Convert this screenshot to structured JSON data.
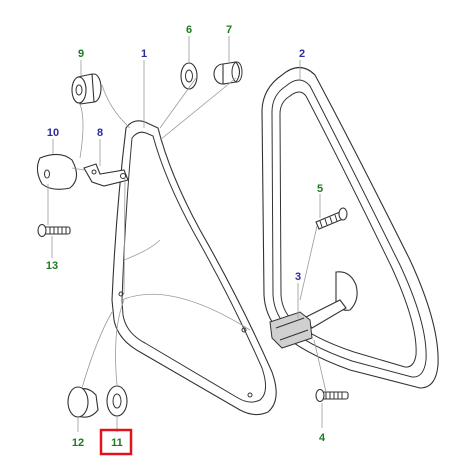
{
  "colors": {
    "glass_callout": "#2b2ba0",
    "fixing_callout": "#1f7a1f",
    "highlight_box": "#e0141c",
    "line": "#333333"
  },
  "callouts": [
    {
      "id": "1",
      "label": "1",
      "color": "#2b2ba0"
    },
    {
      "id": "2",
      "label": "2",
      "color": "#2b2ba0"
    },
    {
      "id": "3",
      "label": "3",
      "color": "#2b2ba0"
    },
    {
      "id": "4",
      "label": "4",
      "color": "#1f7a1f"
    },
    {
      "id": "5",
      "label": "5",
      "color": "#1f7a1f"
    },
    {
      "id": "6",
      "label": "6",
      "color": "#1f7a1f"
    },
    {
      "id": "7",
      "label": "7",
      "color": "#1f7a1f"
    },
    {
      "id": "8",
      "label": "8",
      "color": "#2b2ba0"
    },
    {
      "id": "9",
      "label": "9",
      "color": "#1f7a1f"
    },
    {
      "id": "10",
      "label": "10",
      "color": "#2b2ba0"
    },
    {
      "id": "11",
      "label": "11",
      "color": "#1f7a1f",
      "highlighted": true
    },
    {
      "id": "12",
      "label": "12",
      "color": "#1f7a1f"
    },
    {
      "id": "13",
      "label": "13",
      "color": "#1f7a1f"
    }
  ]
}
